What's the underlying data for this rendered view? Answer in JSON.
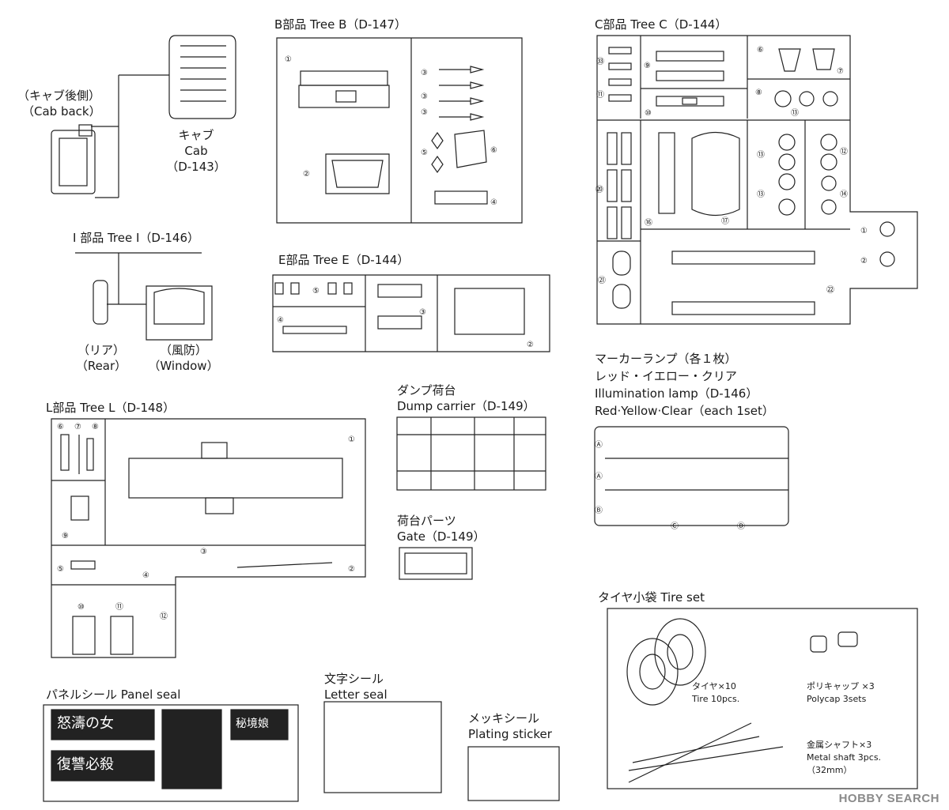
{
  "labels": {
    "tree_b": "B部品 Tree B（D-147）",
    "tree_c": "C部品 Tree C（D-144）",
    "cab_back_jp": "（キャブ後側）",
    "cab_back_en": "（Cab back）",
    "cab_jp": "キャブ",
    "cab_en": "Cab",
    "cab_code": "（D-143）",
    "tree_i": "I 部品 Tree I（D-146）",
    "rear_jp": "（リア）",
    "rear_en": "（Rear）",
    "window_jp": "（風防）",
    "window_en": "（Window）",
    "tree_e": "E部品 Tree E（D-144）",
    "marker_1": "マーカーランプ（各１枚）",
    "marker_2": "レッド・イエロー・クリア",
    "marker_3": "Illumination lamp（D-146）",
    "marker_4": "Red·Yellow·Clear（each 1set）",
    "tree_l": "L部品 Tree L（D-148）",
    "dump_jp": "ダンプ荷台",
    "dump_en": "Dump carrier（D-149）",
    "gate_jp": "荷台パーツ",
    "gate_en": "Gate（D-149）",
    "tire_set": "タイヤ小袋 Tire set",
    "panel_seal": "パネルシール Panel seal",
    "letter_jp": "文字シール",
    "letter_en": "Letter seal",
    "plating_jp": "メッキシール",
    "plating_en": "Plating sticker",
    "tire_jp": "タイヤ×10",
    "tire_en": "Tire 10pcs.",
    "poly_jp": "ポリキャップ ×3",
    "poly_en": "Polycap 3sets",
    "shaft_jp": "金属シャフト×3",
    "shaft_en": "Metal shaft 3pcs.",
    "shaft_mm": "（32mm）",
    "panel_1": "怒濤の女",
    "panel_2": "復讐必殺",
    "panel_3": "秘境娘",
    "watermark": "HOBBY SEARCH"
  },
  "part_numbers": {
    "tree_b": [
      "①",
      "②",
      "③",
      "③",
      "③",
      "⑤",
      "⑥",
      "④"
    ],
    "tree_c": [
      "㉝",
      "⑪",
      "⑨",
      "⑥",
      "⑦",
      "⑧",
      "⑬",
      "⑩",
      "⑳",
      "⑯",
      "⑰",
      "⑬",
      "⑬",
      "⑫",
      "⑭",
      "①",
      "②",
      "㉑",
      "㉒"
    ],
    "tree_e": [
      "⑤",
      "④",
      "③",
      "②"
    ],
    "tree_l": [
      "⑥",
      "⑦",
      "⑧",
      "①",
      "⑨",
      "⑤",
      "③",
      "④",
      "②",
      "⑩",
      "⑪",
      "⑫"
    ],
    "marker": [
      "Ⓐ",
      "Ⓐ",
      "Ⓑ",
      "Ⓒ",
      "Ⓓ"
    ]
  }
}
